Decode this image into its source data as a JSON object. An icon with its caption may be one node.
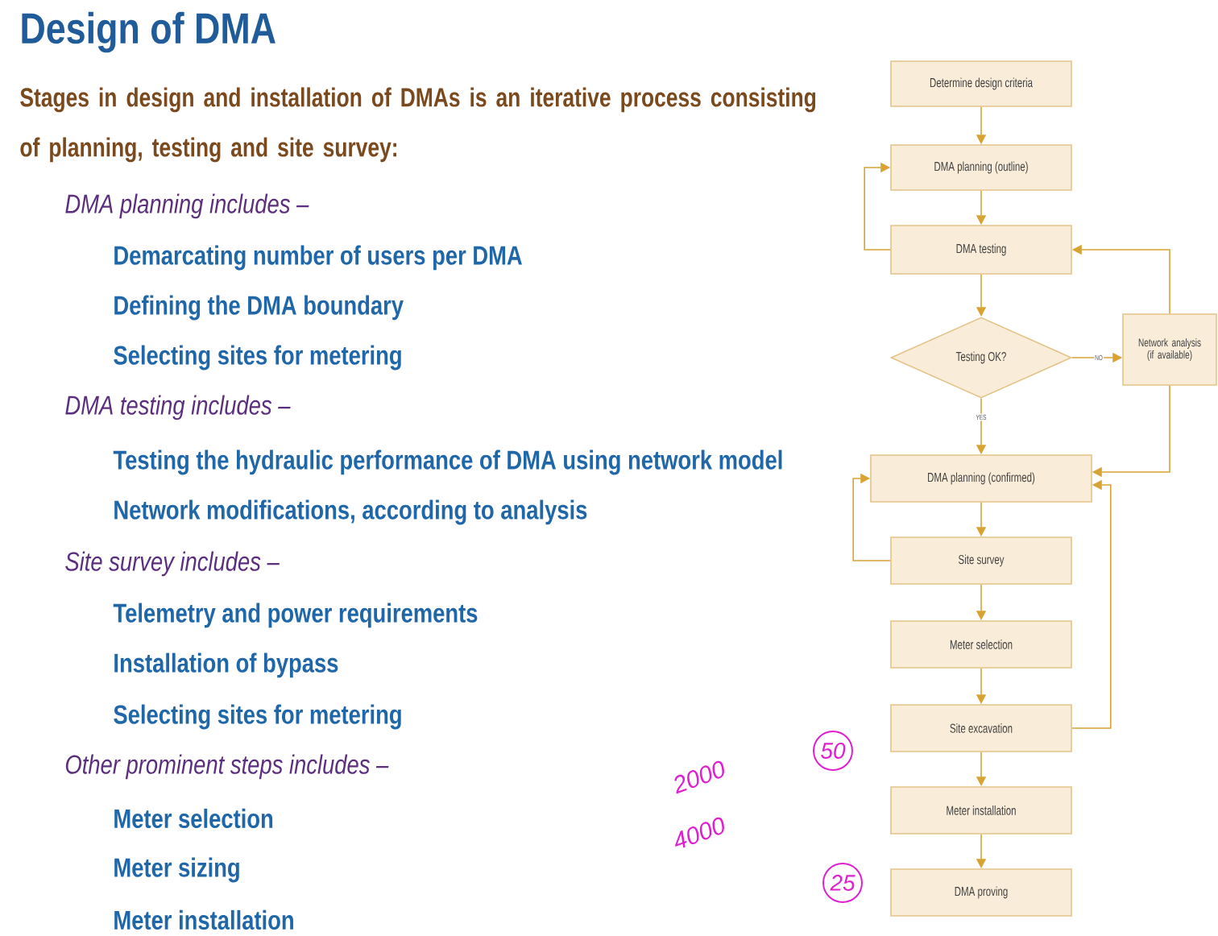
{
  "diagram": {
    "title": "Design of DMA",
    "nodes": [
      {
        "text": [
          "Determine design criteria"
        ]
      },
      {
        "text": [
          "DMA planning (outline)"
        ]
      },
      {
        "text": [
          "DMA testing"
        ]
      },
      {
        "text": [
          "Testing OK?"
        ]
      },
      {
        "text": [
          "Network analysis (if available)"
        ]
      },
      {
        "text": [
          "DMA planning (confirmed)"
        ]
      },
      {
        "text": [
          "Site survey"
        ]
      },
      {
        "text": [
          "Meter selection"
        ]
      },
      {
        "text": [
          "Site excavation"
        ]
      },
      {
        "text": [
          "Meter installation"
        ]
      },
      {
        "text": [
          "DMA proving"
        ]
      }
    ],
    "edges": [
      {
        "from": 0,
        "to": 1,
        "arrow": "to"
      },
      {
        "from": 1,
        "to": 2,
        "arrow": "to"
      },
      {
        "from": 2,
        "to": 3,
        "arrow": "to"
      },
      {
        "from": 3,
        "to": 4,
        "arrow": "to",
        "label": "NO"
      },
      {
        "from": 4,
        "to": 2,
        "arrow": "to"
      },
      {
        "from": 2,
        "to": 1,
        "arrow": "to"
      },
      {
        "from": 3,
        "to": 5,
        "arrow": "to",
        "label": "YES"
      },
      {
        "from": 4,
        "to": 5,
        "arrow": "to"
      },
      {
        "from": 5,
        "to": 6,
        "arrow": "to"
      },
      {
        "from": 6,
        "to": 7,
        "arrow": "to"
      },
      {
        "from": 7,
        "to": 8,
        "arrow": "to"
      },
      {
        "from": 8,
        "to": 9,
        "arrow": "to"
      },
      {
        "from": 9,
        "to": 10,
        "arrow": "to"
      },
      {
        "from": 8,
        "to": 5,
        "arrow": "to"
      },
      {
        "from": 6,
        "to": 5,
        "arrow": "to"
      }
    ],
    "labels": [
      "Stages in design and installation of DMAs is an iterative process consisting of planning, testing and site survey:",
      "DMA planning includes –",
      "Demarcating number of users per DMA",
      "Defining the DMA boundary",
      "Selecting sites for metering",
      "DMA testing includes –",
      "Testing the hydraulic performance of DMA using network model",
      "Network modifications, according to analysis",
      "Site survey includes –",
      "Telemetry and power requirements",
      "Installation of bypass",
      "Selecting sites for metering",
      "Other prominent steps includes –",
      "Meter selection",
      "Meter sizing",
      "Meter installation",
      "2000",
      "50",
      "4000",
      "25"
    ]
  }
}
